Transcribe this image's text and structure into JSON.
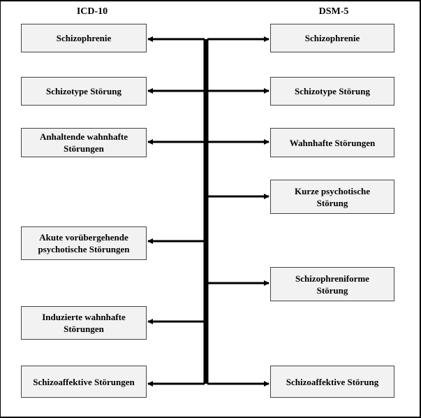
{
  "headers": {
    "left": "ICD-10",
    "right": "DSM-5"
  },
  "icd10": [
    "Schizophrenie",
    "Schizotype Störung",
    "Anhaltende wahnhafte\nStörungen",
    "Akute vorübergehende\npsychotische Störungen",
    "Induzierte wahnhafte\nStörungen",
    "Schizoaffektive Störungen"
  ],
  "dsm5": [
    "Schizophrenie",
    "Schizotype Störung",
    "Wahnhafte Störungen",
    "Kurze psychotische\nStörung",
    "Schizophreniforme\nStörung",
    "Schizoaffektive Störung"
  ]
}
